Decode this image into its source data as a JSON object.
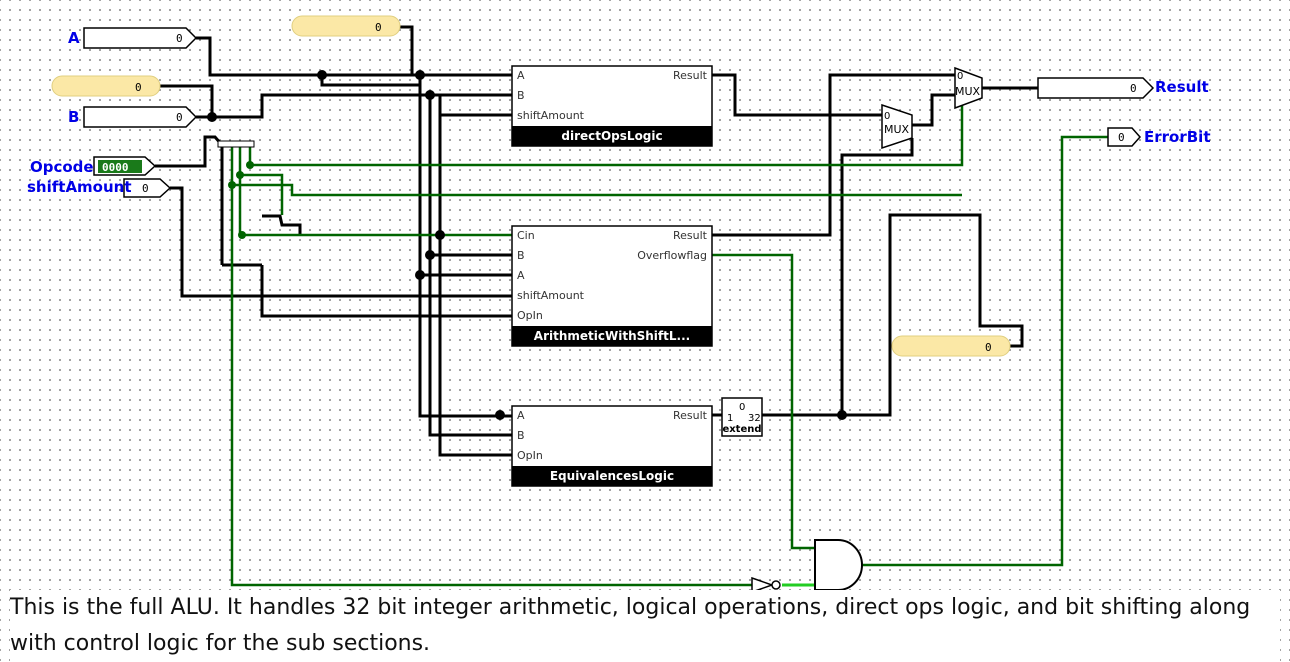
{
  "labels": {
    "a": "A",
    "b": "B",
    "opcode": "Opcode",
    "shift_amount": "shiftAmount",
    "result": "Result",
    "error_bit": "ErrorBit"
  },
  "pin_values": {
    "a": "0",
    "b": "0",
    "opcode": "0000",
    "shift_amount": "0",
    "result": "0",
    "error_bit": "0",
    "const_top": "0",
    "const_left": "0",
    "const_right": "0"
  },
  "direct_ops": {
    "title": "directOpsLogic",
    "port_a": "A",
    "port_b": "B",
    "port_shift": "shiftAmount",
    "port_result": "Result"
  },
  "arithmetic": {
    "title": "ArithmeticWithShiftL...",
    "port_cin": "Cin",
    "port_b": "B",
    "port_a": "A",
    "port_shift": "shiftAmount",
    "port_opin": "OpIn",
    "port_result": "Result",
    "port_overflow": "Overflowflag"
  },
  "equivalences": {
    "title": "EquivalencesLogic",
    "port_a": "A",
    "port_b": "B",
    "port_opin": "OpIn",
    "port_result": "Result"
  },
  "mux": {
    "label": "MUX",
    "sel0": "0"
  },
  "extender": {
    "label": "extend",
    "top": "0",
    "in": "1",
    "out": "32"
  },
  "caption": "This is the full ALU. It handles 32 bit integer arithmetic, logical operations, direct ops logic, and bit shifting along with control logic for the sub sections.",
  "colors": {
    "wire_bus": "#000000",
    "wire_signal": "#006400",
    "wire_active": "#22cc22",
    "label_blue": "#0000e6",
    "constant_fill": "#fbe8a6"
  }
}
